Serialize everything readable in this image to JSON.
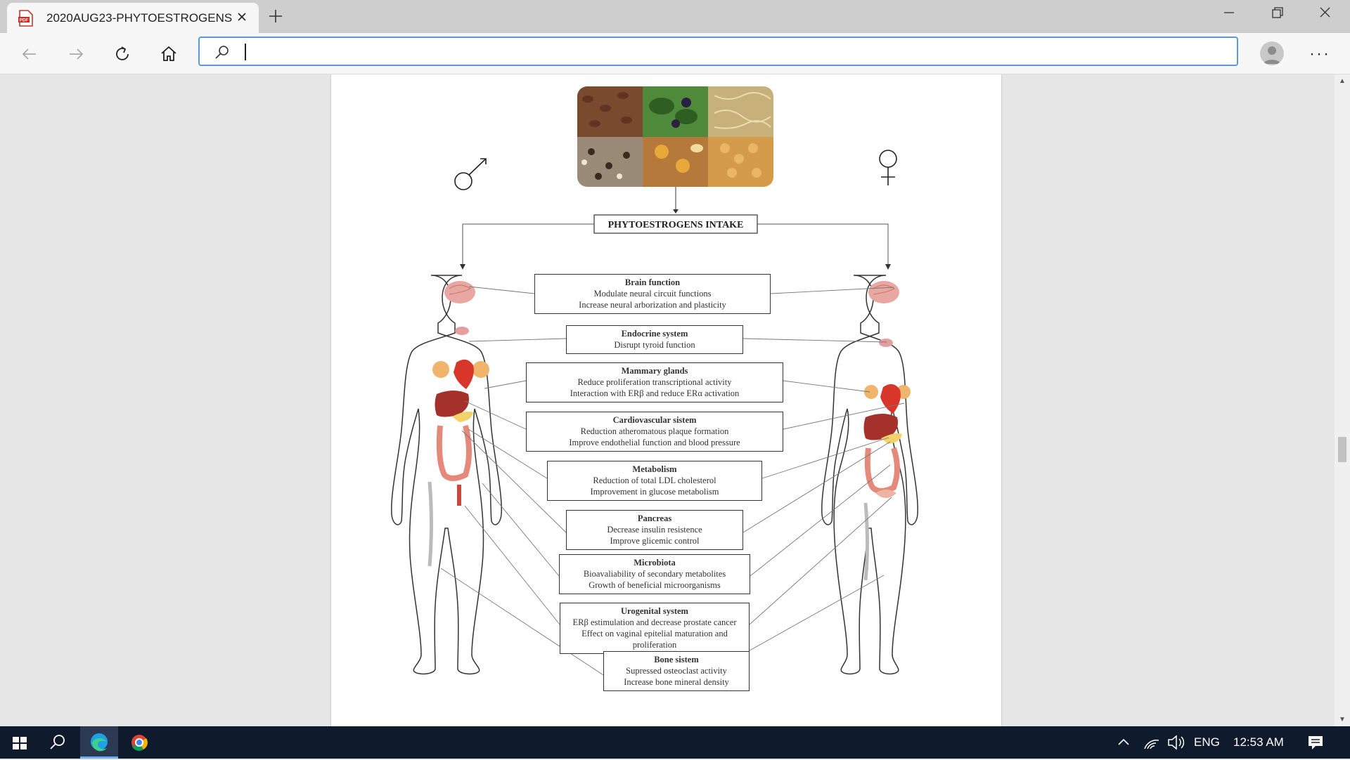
{
  "browser": {
    "tab_title": "2020AUG23-PHYTOESTROGENS",
    "address_value": ""
  },
  "document": {
    "intake_title": "PHYTOESTROGENS INTAKE",
    "male_symbol": "♂",
    "female_symbol": "♀",
    "boxes": [
      {
        "title": "Brain function",
        "lines": [
          "Modulate neural circuit functions",
          "Increase neural arborization and plasticity"
        ]
      },
      {
        "title": "Endocrine system",
        "lines": [
          "Disrupt tyroid function"
        ]
      },
      {
        "title": "Mammary glands",
        "lines": [
          "Reduce proliferation transcriptional activity",
          "Interaction with ERβ and reduce ERα activation"
        ]
      },
      {
        "title": "Cardiovascular sistem",
        "lines": [
          "Reduction atheromatous plaque formation",
          "Improve endothelial function and blood pressure"
        ]
      },
      {
        "title": "Metabolism",
        "lines": [
          "Reduction of total LDL cholesterol",
          "Improvement in glucose metabolism"
        ]
      },
      {
        "title": "Pancreas",
        "lines": [
          "Decrease insulin resistence",
          "Improve glicemic control"
        ]
      },
      {
        "title": "Microbiota",
        "lines": [
          "Bioavaliability of secondary metabolites",
          "Growth of beneficial microorganisms"
        ]
      },
      {
        "title": "Urogenital system",
        "lines": [
          "ERβ estimulation and decrease prostate cancer",
          "Effect on vaginal epitelial maturation and proliferation"
        ]
      },
      {
        "title": "Bone sistem",
        "lines": [
          "Supressed osteoclast activity",
          "Increase bone mineral density"
        ]
      }
    ]
  },
  "taskbar": {
    "language": "ENG",
    "time": "12:53 AM"
  },
  "colors": {
    "tab_bar": "#cecece",
    "address_border": "#5b9bd5",
    "taskbar": "#0f1b2d"
  }
}
